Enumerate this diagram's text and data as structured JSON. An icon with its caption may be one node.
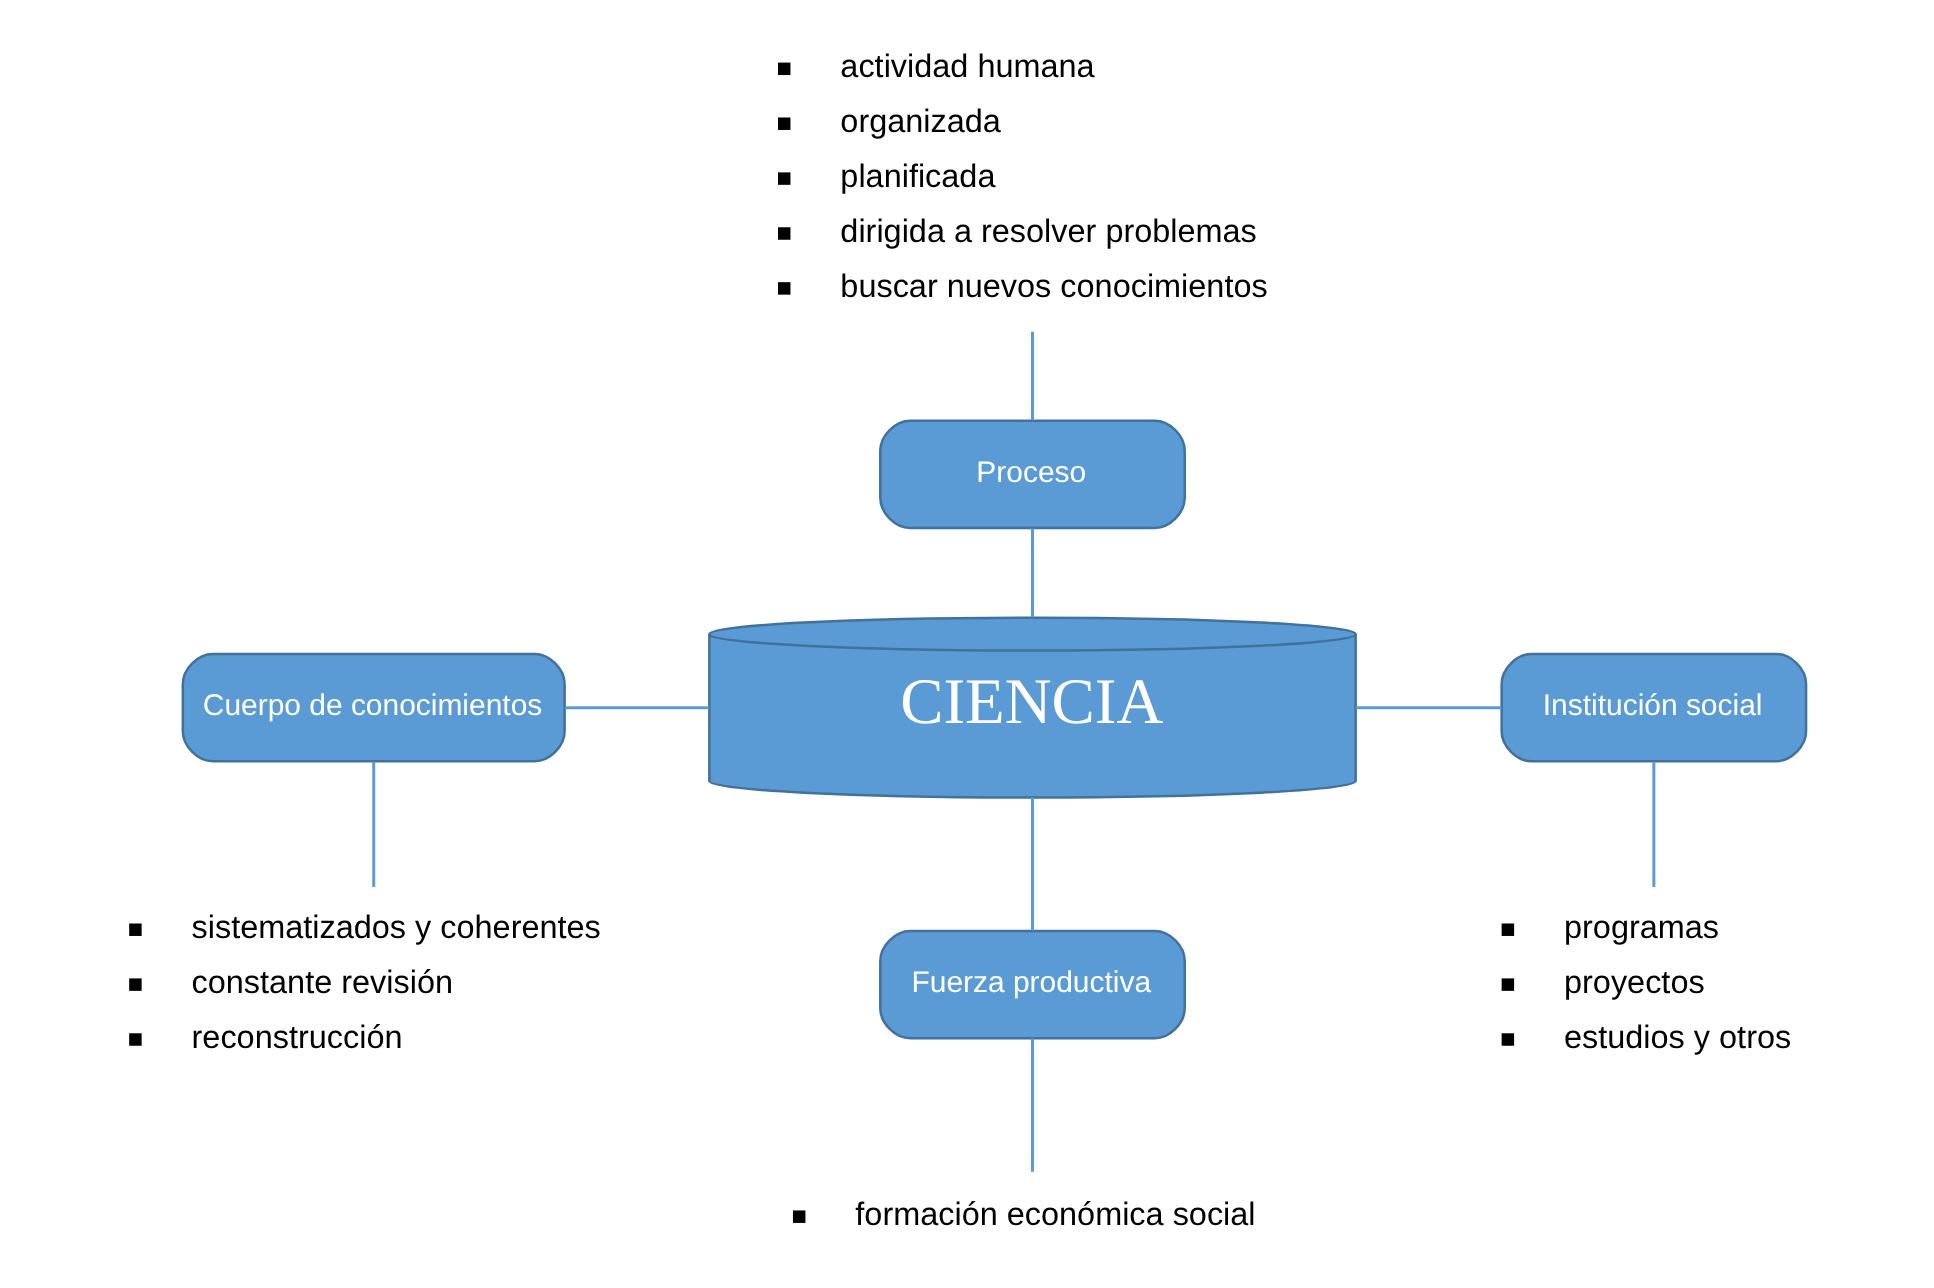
{
  "diagram": {
    "nodes": [
      {
        "text": [
          "CIENCIA"
        ]
      },
      {
        "text": [
          "Proceso"
        ]
      },
      {
        "text": [
          "Cuerpo de conocimientos"
        ]
      },
      {
        "text": [
          "Institución social"
        ]
      },
      {
        "text": [
          "Fuerza productiva"
        ]
      },
      {
        "text": [
          "actividad humana",
          "organizada",
          "planificada",
          "dirigida a resolver problemas",
          "buscar nuevos conocimientos"
        ]
      },
      {
        "text": [
          "sistematizados y coherentes",
          "constante revisión",
          "reconstrucción"
        ]
      },
      {
        "text": [
          "programas",
          "proyectos",
          "estudios y otros"
        ]
      },
      {
        "text": [
          "formación económica social"
        ]
      }
    ],
    "edges": [
      {
        "from": 5,
        "to": 1,
        "arrow": "none"
      },
      {
        "from": 1,
        "to": 0,
        "arrow": "none"
      },
      {
        "from": 2,
        "to": 0,
        "arrow": "none"
      },
      {
        "from": 0,
        "to": 3,
        "arrow": "none"
      },
      {
        "from": 0,
        "to": 4,
        "arrow": "none"
      },
      {
        "from": 2,
        "to": 6,
        "arrow": "none"
      },
      {
        "from": 3,
        "to": 7,
        "arrow": "none"
      },
      {
        "from": 4,
        "to": 8,
        "arrow": "none"
      }
    ]
  }
}
